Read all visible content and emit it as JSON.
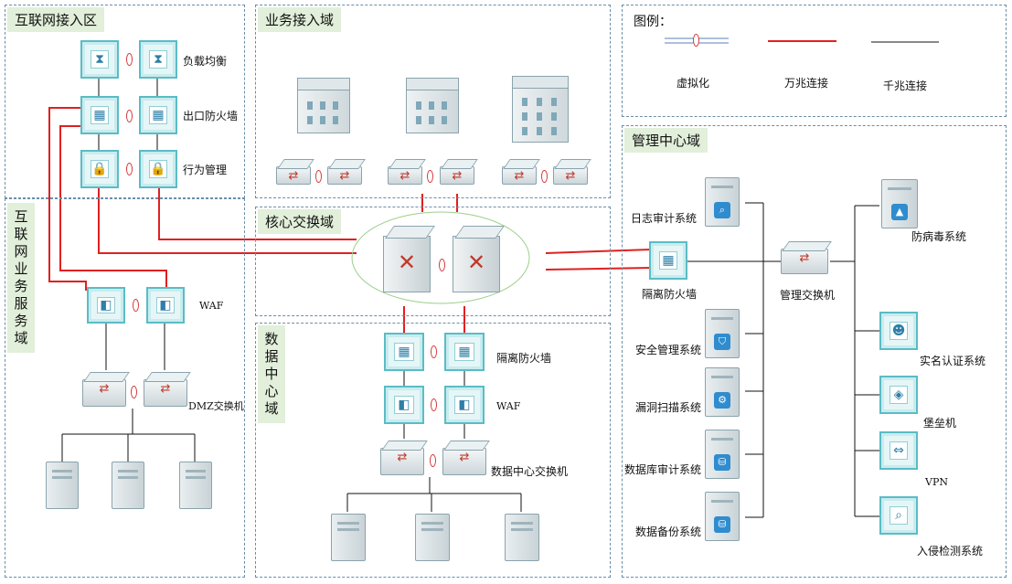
{
  "zones": {
    "internet_access": "互联网接入区",
    "business_access": "业务接入域",
    "legend": "图例：",
    "core": "核心交换域",
    "management": "管理中心域",
    "internet_service": "互联网业务服务域",
    "datacenter": "数据中心域"
  },
  "legend": {
    "virtualization": "虚拟化",
    "ten_gig": "万兆连接",
    "gig": "千兆连接"
  },
  "labels": {
    "load_balance": "负载均衡",
    "exit_firewall": "出口防火墙",
    "behavior_mgmt": "行为管理",
    "waf": "WAF",
    "dmz_switch": "DMZ交换机",
    "dc_isolation_fw": "隔离防火墙",
    "dc_waf": "WAF",
    "dc_switch": "数据中心交换机",
    "log_audit": "日志审计系统",
    "mgmt_isolation_fw": "隔离防火墙",
    "mgmt_switch": "管理交换机",
    "antivirus": "防病毒系统",
    "security_mgmt": "安全管理系统",
    "vuln_scan": "漏洞扫描系统",
    "db_audit": "数据库审计系统",
    "data_backup": "数据备份系统",
    "realname_auth": "实名认证系统",
    "bastion": "堡垒机",
    "vpn": "VPN",
    "ids": "入侵检测系统"
  },
  "colors": {
    "ten_gig": "#e02020",
    "gig": "#111111",
    "zone_border": "#6a8fa8",
    "zone_title_bg": "#e2efda",
    "device_frame": "#5bbcc5"
  },
  "icons": {
    "load_balancer": "hourglass-icon",
    "firewall": "firewall-icon",
    "behavior": "lock-icon",
    "waf": "waf-icon",
    "switch": "switch-icon",
    "server": "server-icon",
    "building": "building-icon"
  }
}
